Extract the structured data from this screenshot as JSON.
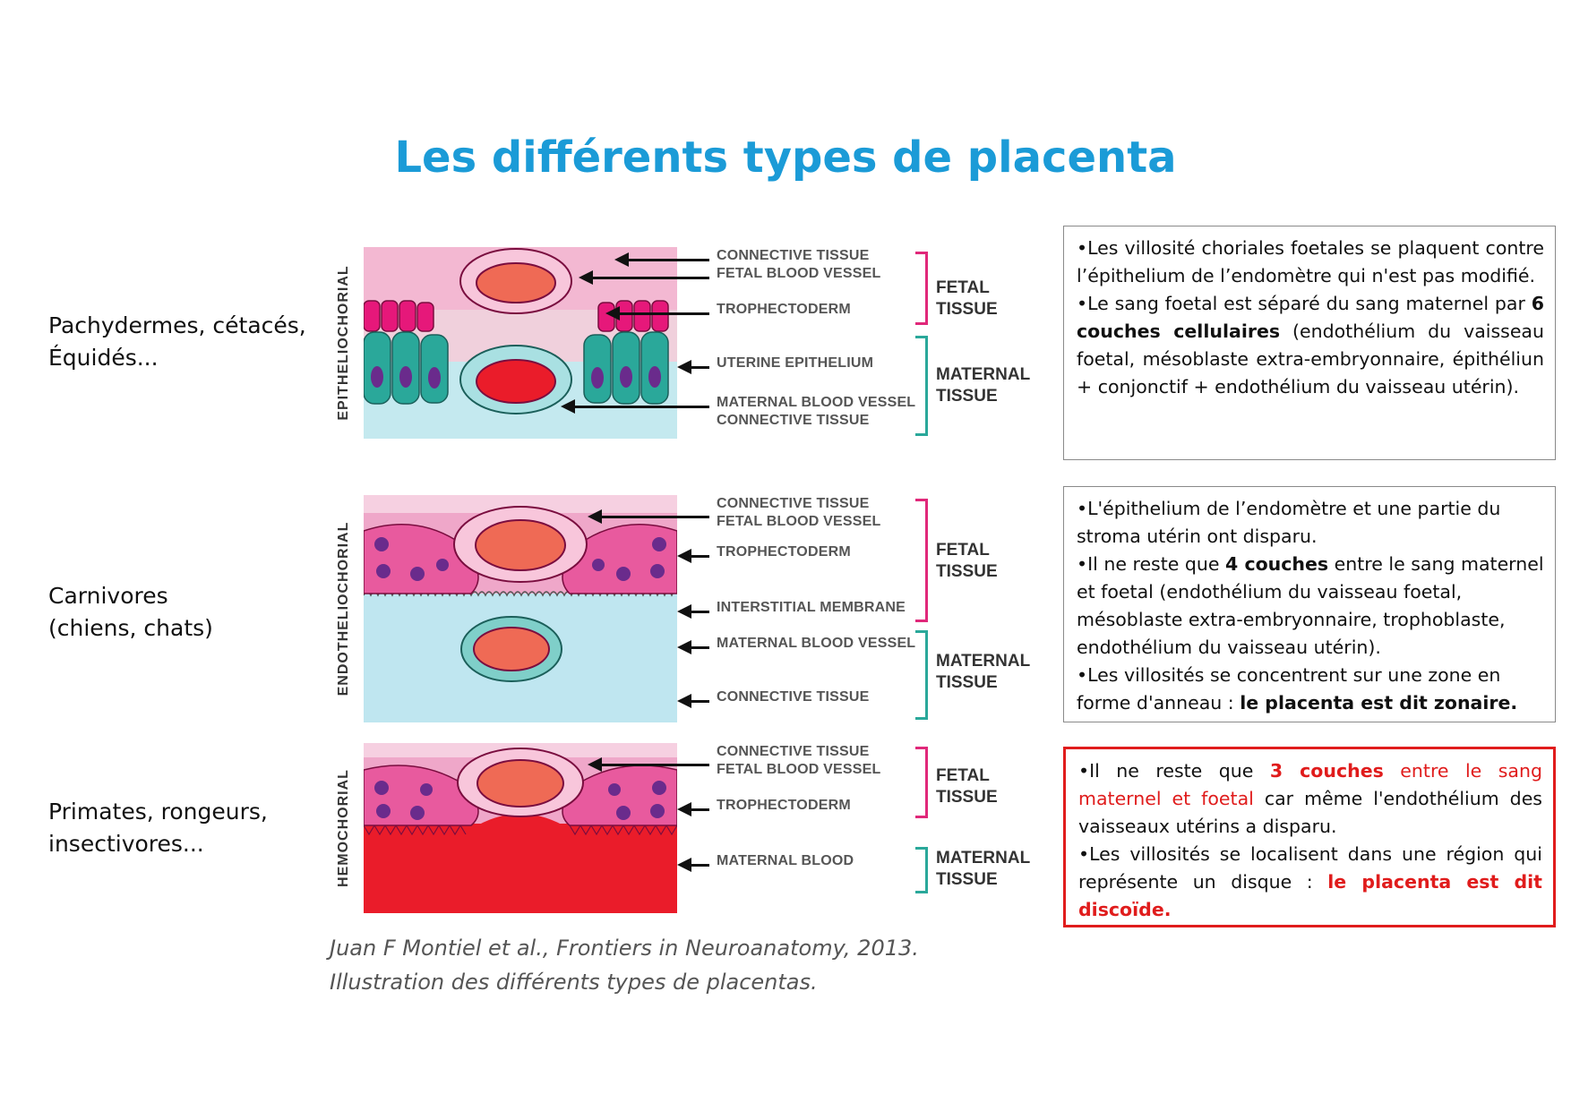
{
  "title": "Les différents types de placenta",
  "rows": [
    {
      "animals": [
        "Pachydermes, cétacés,",
        "Équidés..."
      ],
      "vertical_label": "EPITHELIOCHORIAL",
      "labels": [
        "CONNECTIVE TISSUE",
        "FETAL BLOOD VESSEL",
        "TROPHECTODERM",
        "UTERINE EPITHELIUM",
        "MATERNAL BLOOD VESSEL",
        "CONNECTIVE TISSUE"
      ],
      "fetal_group": [
        "FETAL",
        "TISSUE"
      ],
      "maternal_group": [
        "MATERNAL",
        "TISSUE"
      ]
    },
    {
      "animals": [
        "Carnivores",
        "(chiens, chats)"
      ],
      "vertical_label": "ENDOTHELIOCHORIAL",
      "labels": [
        "CONNECTIVE TISSUE",
        "FETAL BLOOD VESSEL",
        "TROPHECTODERM",
        "INTERSTITIAL MEMBRANE",
        "MATERNAL BLOOD VESSEL",
        "CONNECTIVE TISSUE"
      ],
      "fetal_group": [
        "FETAL",
        "TISSUE"
      ],
      "maternal_group": [
        "MATERNAL",
        "TISSUE"
      ]
    },
    {
      "animals": [
        "Primates, rongeurs,",
        "insectivores..."
      ],
      "vertical_label": "HEMOCHORIAL",
      "labels": [
        "CONNECTIVE TISSUE",
        "FETAL BLOOD VESSEL",
        "TROPHECTODERM",
        "MATERNAL BLOOD"
      ],
      "fetal_group": [
        "FETAL",
        "TISSUE"
      ],
      "maternal_group": [
        "MATERNAL",
        "TISSUE"
      ]
    }
  ],
  "boxes": {
    "box1": {
      "p1": "•Les villosité choriales foetales se plaquent contre l’épithelium de l’endomètre qui n'est pas modifié.",
      "p2_a": "•Le sang foetal est séparé du sang maternel par ",
      "p2_b": "6 couches cellulaires",
      "p2_c": " (endothélium du vaisseau foetal, mésoblaste extra-embryonnaire, épithéliun + conjonctif + endothélium du vaisseau utérin)."
    },
    "box2": {
      "p1": "•L'épithelium de l’endomètre et une partie du stroma utérin ont disparu.",
      "p2_a": "•Il ne reste que ",
      "p2_b": "4 couches",
      "p2_c": " entre le sang maternel et foetal (endothélium du vaisseau foetal, mésoblaste extra-embryonnaire, trophoblaste, endothélium du vaisseau utérin).",
      "p3_a": "•Les villosités se concentrent sur une zone en forme d'anneau : ",
      "p3_b": "le placenta est dit zonaire."
    },
    "box3": {
      "p1_a": "•Il ne reste que ",
      "p1_b": "3 couches",
      "p1_c": " entre le sang maternel et foetal",
      "p1_d": " car même l'endothélium des vaisseaux utérins a disparu.",
      "p2_a": "•Les villosités se localisent dans une région qui représente un disque : ",
      "p2_b": "le placenta est dit discoïde."
    }
  },
  "caption": [
    "Juan F Montiel et al., Frontiers in Neuroanatomy, 2013.",
    "Illustration des différents types de placentas."
  ],
  "colors": {
    "title": "#1b9bd7",
    "fetal_bracket": "#e0287a",
    "maternal_bracket": "#2aa89a",
    "highlight_red": "#e01c1c",
    "fetal_pink": "#f3a3c8",
    "maternal_blue": "#bfe6f0",
    "maternal_blood": "#ea1c2a"
  }
}
